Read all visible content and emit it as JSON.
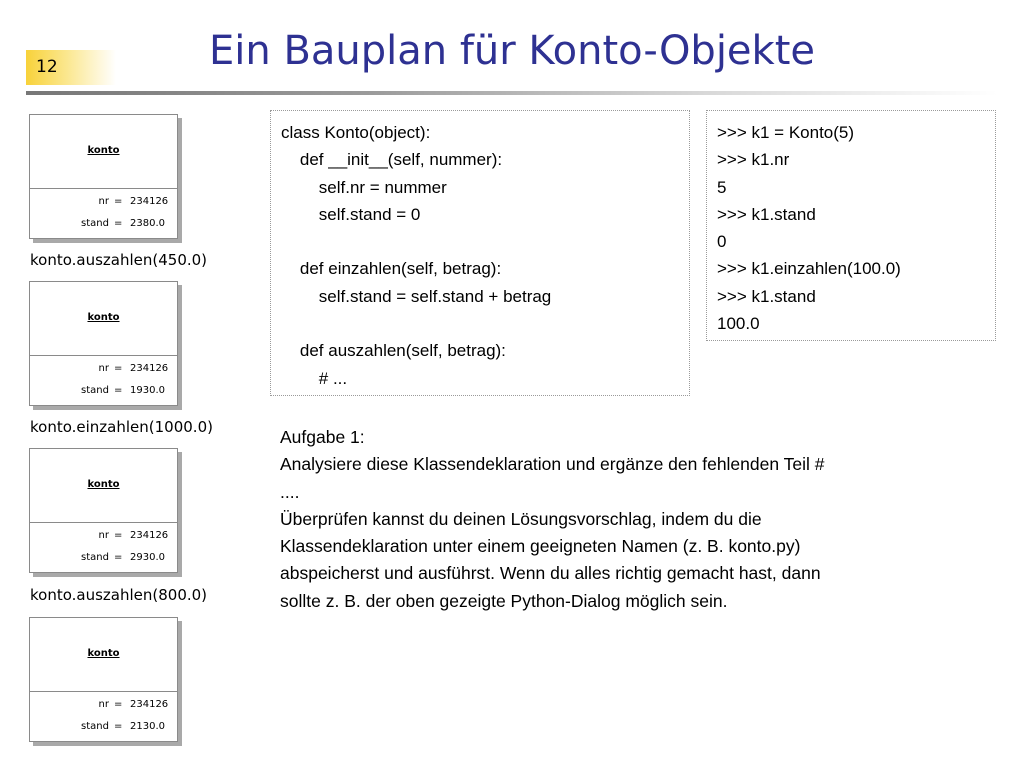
{
  "slide": {
    "number": "12",
    "title": "Ein Bauplan für Konto-Objekte"
  },
  "objects": [
    {
      "name": "konto",
      "attrs": [
        {
          "key": "nr",
          "value": "234126"
        },
        {
          "key": "stand",
          "value": "2380.0"
        }
      ]
    },
    {
      "name": "konto",
      "attrs": [
        {
          "key": "nr",
          "value": "234126"
        },
        {
          "key": "stand",
          "value": "1930.0"
        }
      ]
    },
    {
      "name": "konto",
      "attrs": [
        {
          "key": "nr",
          "value": "234126"
        },
        {
          "key": "stand",
          "value": "2930.0"
        }
      ]
    },
    {
      "name": "konto",
      "attrs": [
        {
          "key": "nr",
          "value": "234126"
        },
        {
          "key": "stand",
          "value": "2130.0"
        }
      ]
    }
  ],
  "calls": [
    "konto.auszahlen(450.0)",
    "konto.einzahlen(1000.0)",
    "konto.auszahlen(800.0)"
  ],
  "class_code": [
    "class Konto(object):",
    "    def __init__(self, nummer):",
    "        self.nr = nummer",
    "        self.stand = 0",
    "",
    "    def einzahlen(self, betrag):",
    "        self.stand = self.stand + betrag",
    "",
    "    def auszahlen(self, betrag):",
    "        # ..."
  ],
  "dialog": [
    ">>> k1 = Konto(5)",
    ">>> k1.nr",
    "5",
    ">>> k1.stand",
    "0",
    ">>> k1.einzahlen(100.0)",
    ">>> k1.stand",
    "100.0"
  ],
  "task": [
    "Aufgabe 1:",
    "Analysiere diese Klassendeklaration und ergänze den fehlenden Teil #",
    "....",
    "Überprüfen kannst du deinen Lösungsvorschlag, indem du die",
    "Klassendeklaration unter einem geeigneten Namen (z. B. konto.py)",
    "abspeicherst und ausführst. Wenn du alles richtig gemacht hast, dann",
    "sollte z. B. der oben gezeigte Python-Dialog möglich sein."
  ]
}
